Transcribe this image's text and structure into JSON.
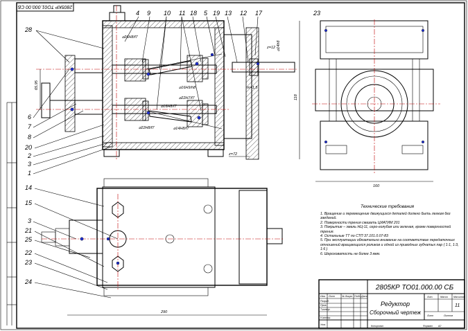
{
  "drawing": {
    "number": "2805КР ТО01.000.00 СБ",
    "number_rotated": "2805КР ТО01.000.00 СБ",
    "title_line1": "Редуктор",
    "title_line2": "Сборочный чертеж",
    "sheet_count": "11",
    "sheet_label": "Лист",
    "sheets_label": "Листов",
    "scale_label": "Масштаб",
    "mass_label": "Масса",
    "lit_label": "Лит.",
    "copied_label": "Копировал",
    "format_label": "Формат",
    "format_value": "А2"
  },
  "title_block_rows": [
    "Изм.",
    "Лист",
    "№ докум.",
    "Подп.",
    "Дата",
    "Разраб.",
    "Пров.",
    "Т.контр.",
    "Н.контр.",
    "Утв."
  ],
  "tech_requirements": {
    "heading": "Технические требования",
    "items": [
      "1. Вращение и перемещение движущихся деталей должно быть легким без заеданий.",
      "2. Поверхности трения смазать ЦИАТИМ 201",
      "3. Покрытие – эмаль НЦ-11, серо-голубая или зеленая, кроме поверхностей трения.",
      "4. Остальные ТТ по СТП 37.101.0.07-83",
      "5. При эксплуатации обязательно внимание на соответствие передаточных отношений вращающихся роликов и одной из приводных зубчатых пар ( 1:1, 1:3, 1:6 )",
      "6. Шероховатость не более 3 мкм."
    ]
  },
  "position_callouts": {
    "top": [
      "4",
      "9",
      "10",
      "11",
      "18",
      "5",
      "19",
      "13",
      "12",
      "17"
    ],
    "left": [
      "28",
      "6",
      "7",
      "8",
      "20",
      "2",
      "3",
      "1",
      "14",
      "15",
      "3",
      "21",
      "25",
      "22",
      "23",
      "24"
    ],
    "side_view": "23"
  },
  "fits": {
    "f1": "⌀26H8/f7",
    "f2": "⌀16H9/h8",
    "f3": "⌀22H7/f7",
    "f4": "⌀16H8/f7",
    "f5": "⌀22H8/f7",
    "f6": "⌀14H8/f7",
    "f7": "⌀14h8"
  },
  "dimensions": {
    "center_distance": "65,95",
    "height_front": "118",
    "width_side": "160",
    "length_plan": "290",
    "z12": "z=12",
    "z72": "z=72",
    "m15": "m=1,5"
  },
  "colors": {
    "accent_hole": "#1f2fd0",
    "center_line": "#c00000"
  }
}
